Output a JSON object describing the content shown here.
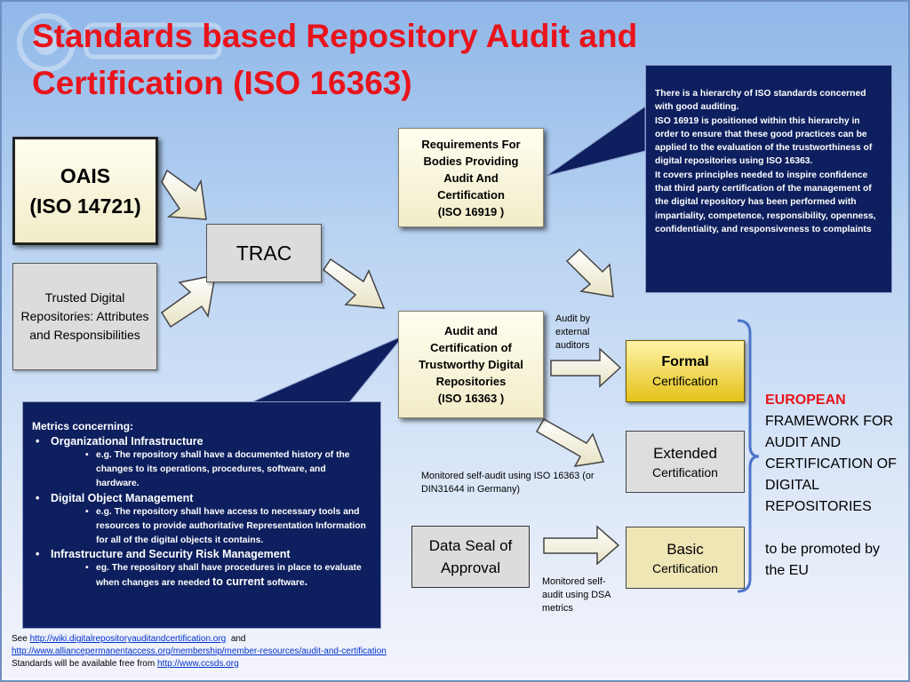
{
  "title": "Standards based Repository Audit and Certification (ISO 16363)",
  "oais": {
    "line1": "OAIS",
    "line2": "(ISO 14721)"
  },
  "trac": "TRAC",
  "trusted": "Trusted Digital Repositories: Attributes and Responsibilities",
  "requirements": {
    "lines": [
      "Requirements For",
      "Bodies Providing",
      "Audit And",
      "Certification",
      "(ISO 16919 )"
    ]
  },
  "audit": {
    "lines": [
      "Audit and",
      "Certification of",
      "Trustworthy Digital",
      "Repositories",
      "(ISO 16363 )"
    ]
  },
  "formal": {
    "line1": "Formal",
    "line2": "Certification"
  },
  "extended": {
    "line1": "Extended",
    "line2": "Certification"
  },
  "basic": {
    "line1": "Basic",
    "line2": "Certification"
  },
  "data_seal": {
    "line1": "Data Seal of",
    "line2": "Approval"
  },
  "notes": {
    "auditors": "Audit by external auditors",
    "monitored": "Monitored self-audit using ISO 16363 (or DIN31644 in Germany)",
    "dsa": "Monitored self-audit using DSA metrics"
  },
  "callout_right": {
    "p1": "There is a hierarchy of ISO standards concerned with good auditing.",
    "p2": "ISO 16919 is positioned within this hierarchy in order to ensure that these good practices can be applied to the evaluation of the trustworthiness of digital repositories using ISO 16363.",
    "p3": "It covers principles needed to inspire confidence that third party certification of the management of the digital repository has been performed with impartiality, competence, responsibility, openness, confidentiality, and responsiveness to complaints"
  },
  "callout_left": {
    "head": "Metrics concerning:",
    "s1_title": "Organizational Infrastructure",
    "s1_item": "e.g. The repository shall have a documented history of the changes to its operations, procedures, software, and hardware.",
    "s2_title": "Digital Object Management",
    "s2_item": "e.g. The repository shall have access to necessary tools and resources to provide authoritative Representation Information for all of the digital objects it contains.",
    "s3_title": "Infrastructure and Security Risk Management",
    "s3_item_a": "eg. The repository shall have procedures in place to evaluate when changes are needed ",
    "s3_item_b": "to current",
    "s3_item_c": "software",
    "s3_item_d": "."
  },
  "euro": {
    "red": "EUROPEAN",
    "lines": [
      "FRAMEWORK FOR",
      "AUDIT AND",
      "CERTIFICATION OF",
      "DIGITAL",
      "REPOSITORIES"
    ],
    "promo1": "to be promoted by",
    "promo2": "the EU"
  },
  "footer": {
    "see": "See ",
    "link1": "http://wiki.digitalrepositoryauditandcertification.org",
    "and": "and",
    "link2": "http://www.alliancepermanentaccess.org/membership/member-resources/audit-and-certification",
    "free": "Standards will be available free from ",
    "link3": "http://www.ccsds.org"
  },
  "colors": {
    "title": "#e8141c",
    "callout_bg": "#0d1f5e",
    "formal": "#e4c21a",
    "basic": "#efe6b6"
  }
}
